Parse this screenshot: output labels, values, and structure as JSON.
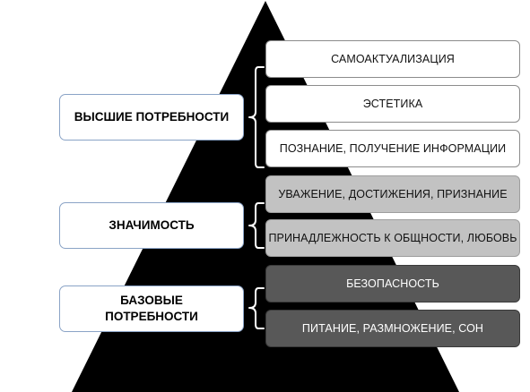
{
  "groups": {
    "higher": "ВЫСШИЕ ПОТРЕБНОСТИ",
    "significance": "ЗНАЧИМОСТЬ",
    "basic_line1": "БАЗОВЫЕ",
    "basic_line2": "ПОТРЕБНОСТИ"
  },
  "levels": [
    "САМОАКТУАЛИЗАЦИЯ",
    "ЭСТЕТИКА",
    "ПОЗНАНИЕ, ПОЛУЧЕНИЕ ИНФОРМАЦИИ",
    "УВАЖЕНИЕ, ДОСТИЖЕНИЯ, ПРИЗНАНИЕ",
    "ПРИНАДЛЕЖНОСТЬ К ОБЩНОСТИ, ЛЮБОВЬ",
    "БЕЗОПАСНОСТЬ",
    "ПИТАНИЕ, РАЗМНОЖЕНИЕ, СОН"
  ],
  "colors": {
    "pyramid": "#000000",
    "higher_levels": "#ffffff",
    "significance_levels": "#c2c2c2",
    "basic_levels": "#585858",
    "group_border": "#8aa3c6"
  }
}
